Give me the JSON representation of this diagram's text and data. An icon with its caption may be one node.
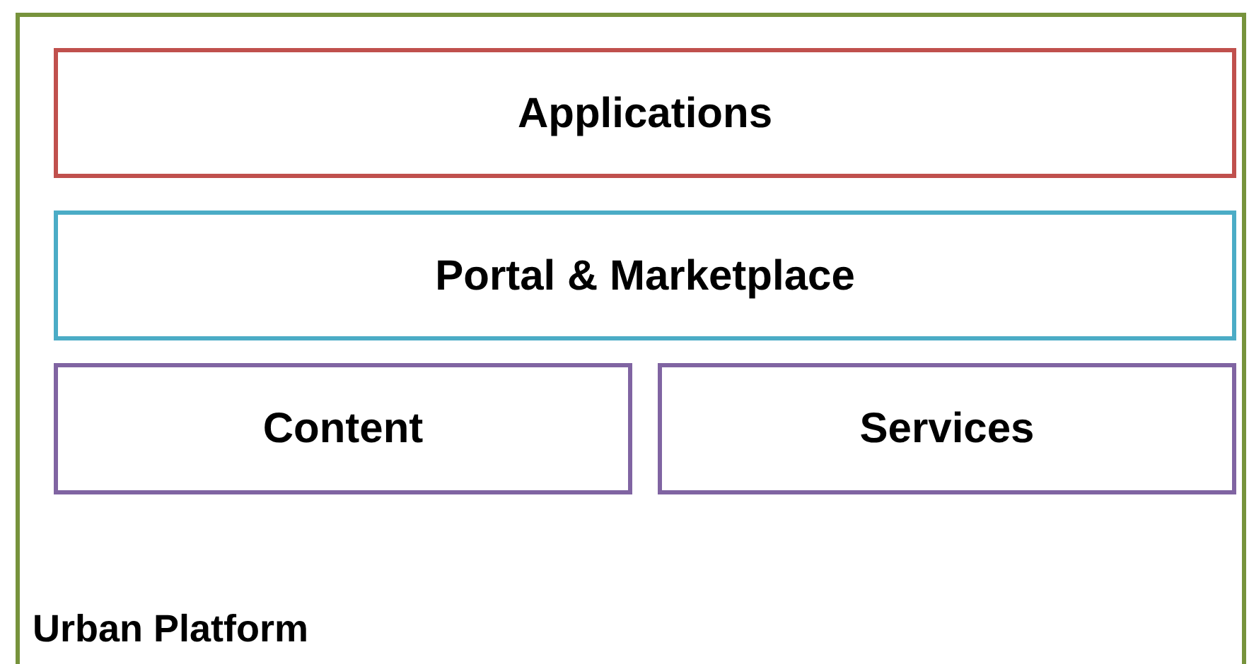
{
  "diagram": {
    "nodes": [
      {
        "text": [
          "Urban Platform"
        ]
      },
      {
        "text": [
          "Applications"
        ],
        "in": 0
      },
      {
        "text": [
          "Portal & Marketplace"
        ],
        "in": 0
      },
      {
        "text": [
          "Content"
        ],
        "in": 0
      },
      {
        "text": [
          "Services"
        ],
        "in": 0
      }
    ]
  }
}
